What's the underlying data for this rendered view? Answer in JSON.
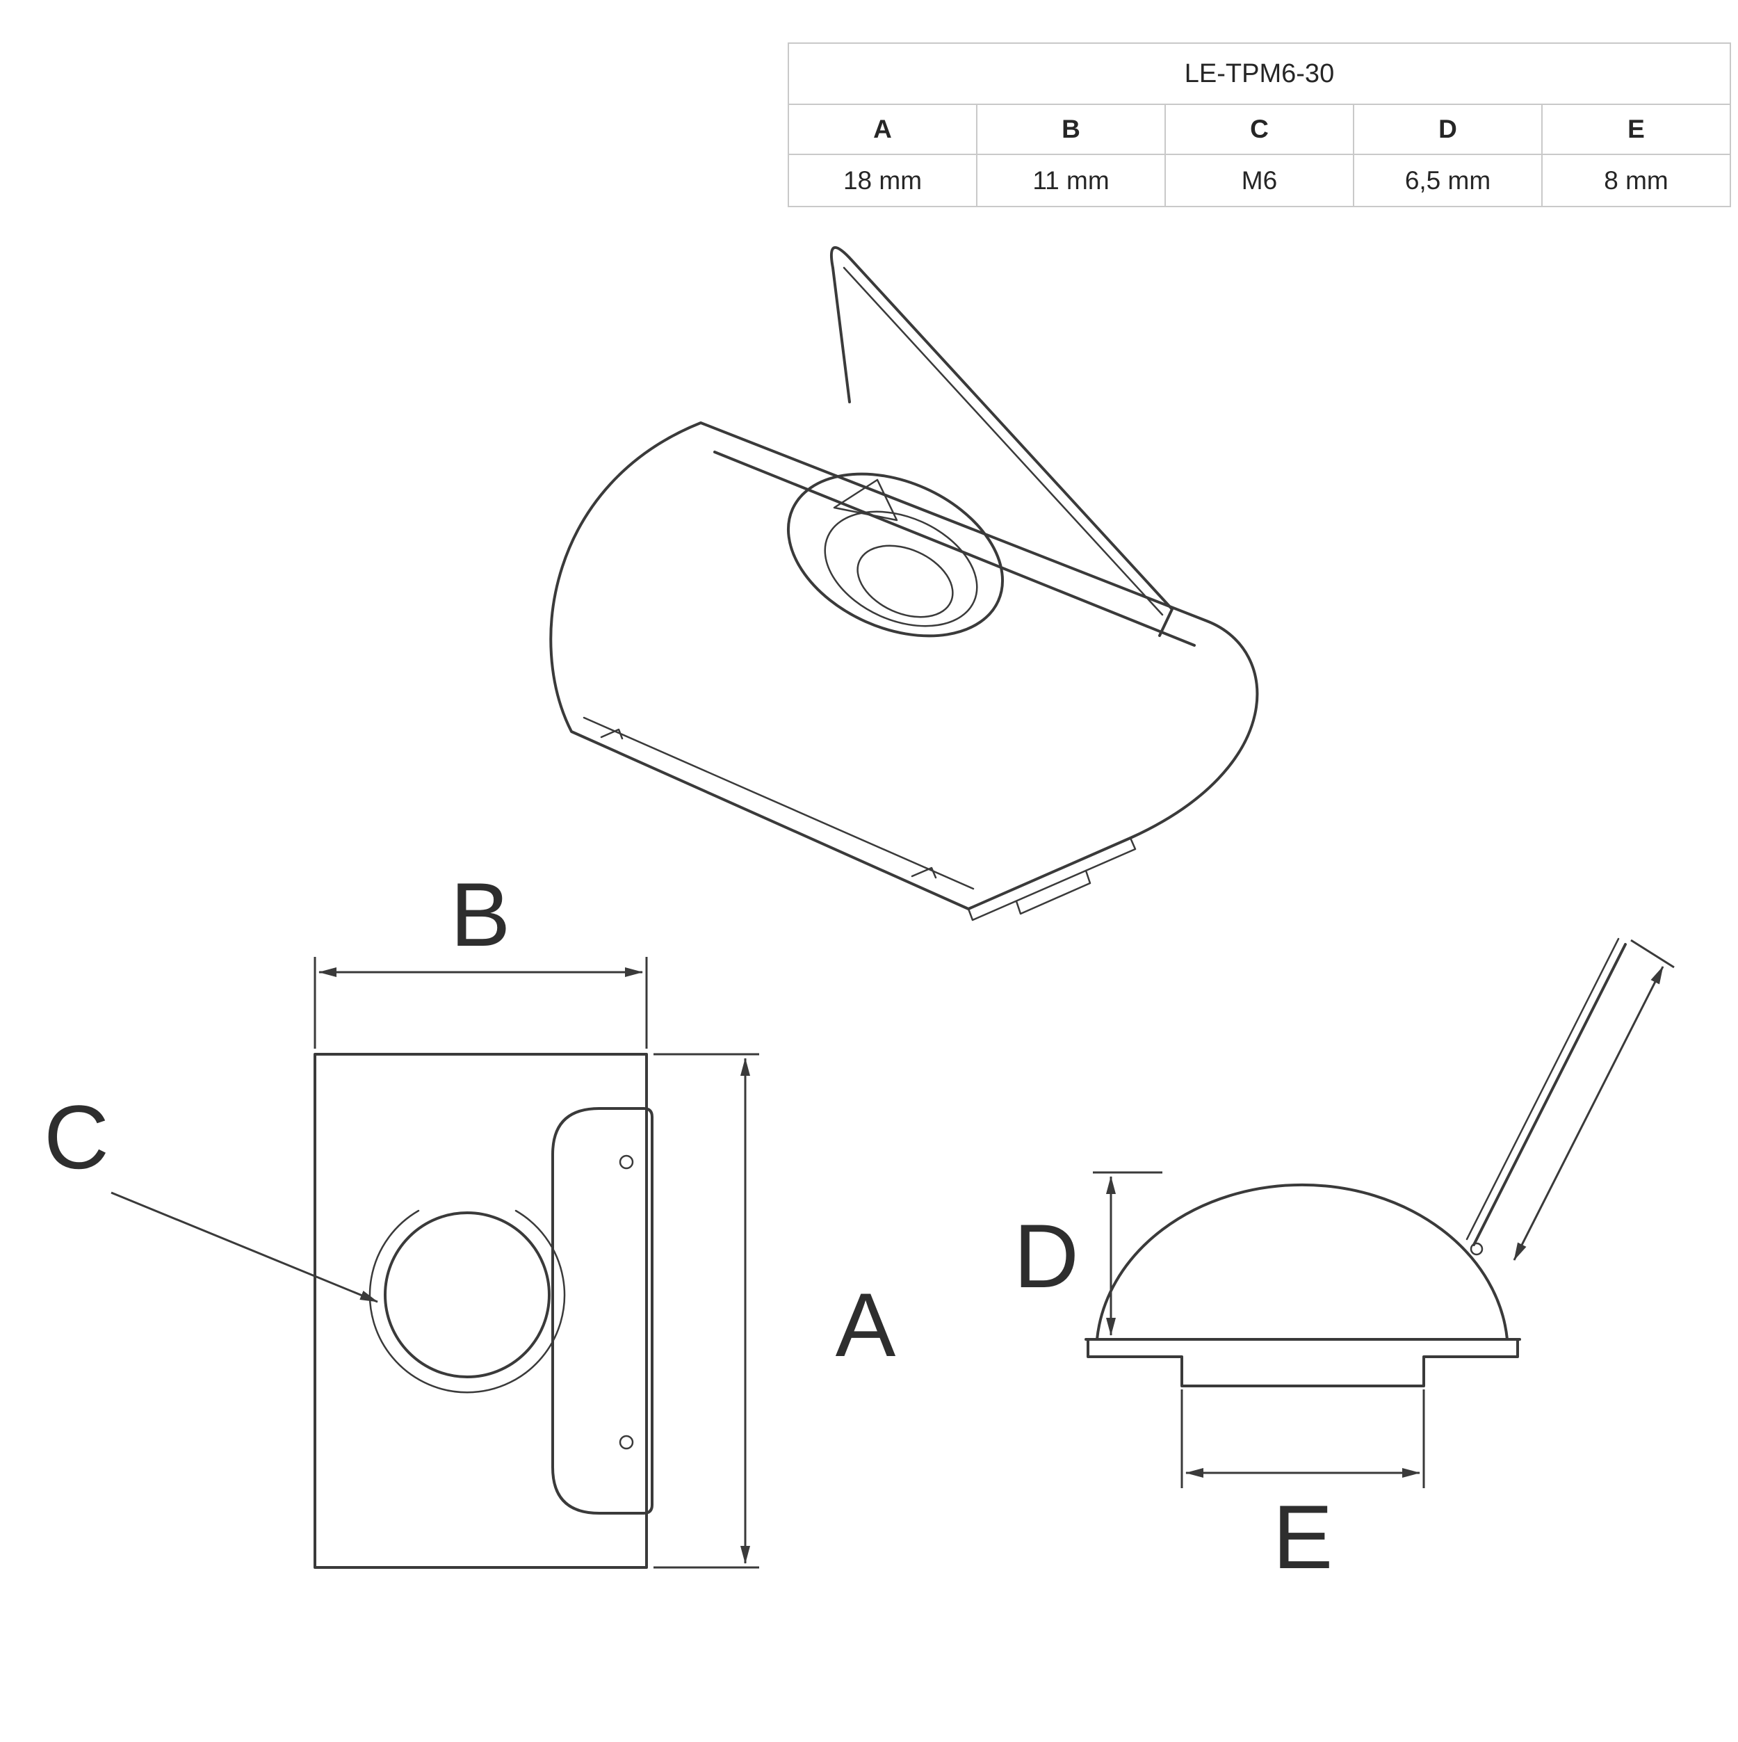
{
  "title_block": {
    "model": "LE-TPM6-30"
  },
  "spec_table": {
    "columns": [
      "A",
      "B",
      "C",
      "D",
      "E"
    ],
    "values": [
      "18 mm",
      "11 mm",
      "M6",
      "6,5 mm",
      "8 mm"
    ]
  },
  "dimension_labels": {
    "A": "A",
    "B": "B",
    "C": "C",
    "D": "D",
    "E": "E"
  },
  "colors": {
    "line": "#3a3a3a",
    "table_border": "#c9c9c9",
    "text": "#262626",
    "background": "#ffffff"
  }
}
